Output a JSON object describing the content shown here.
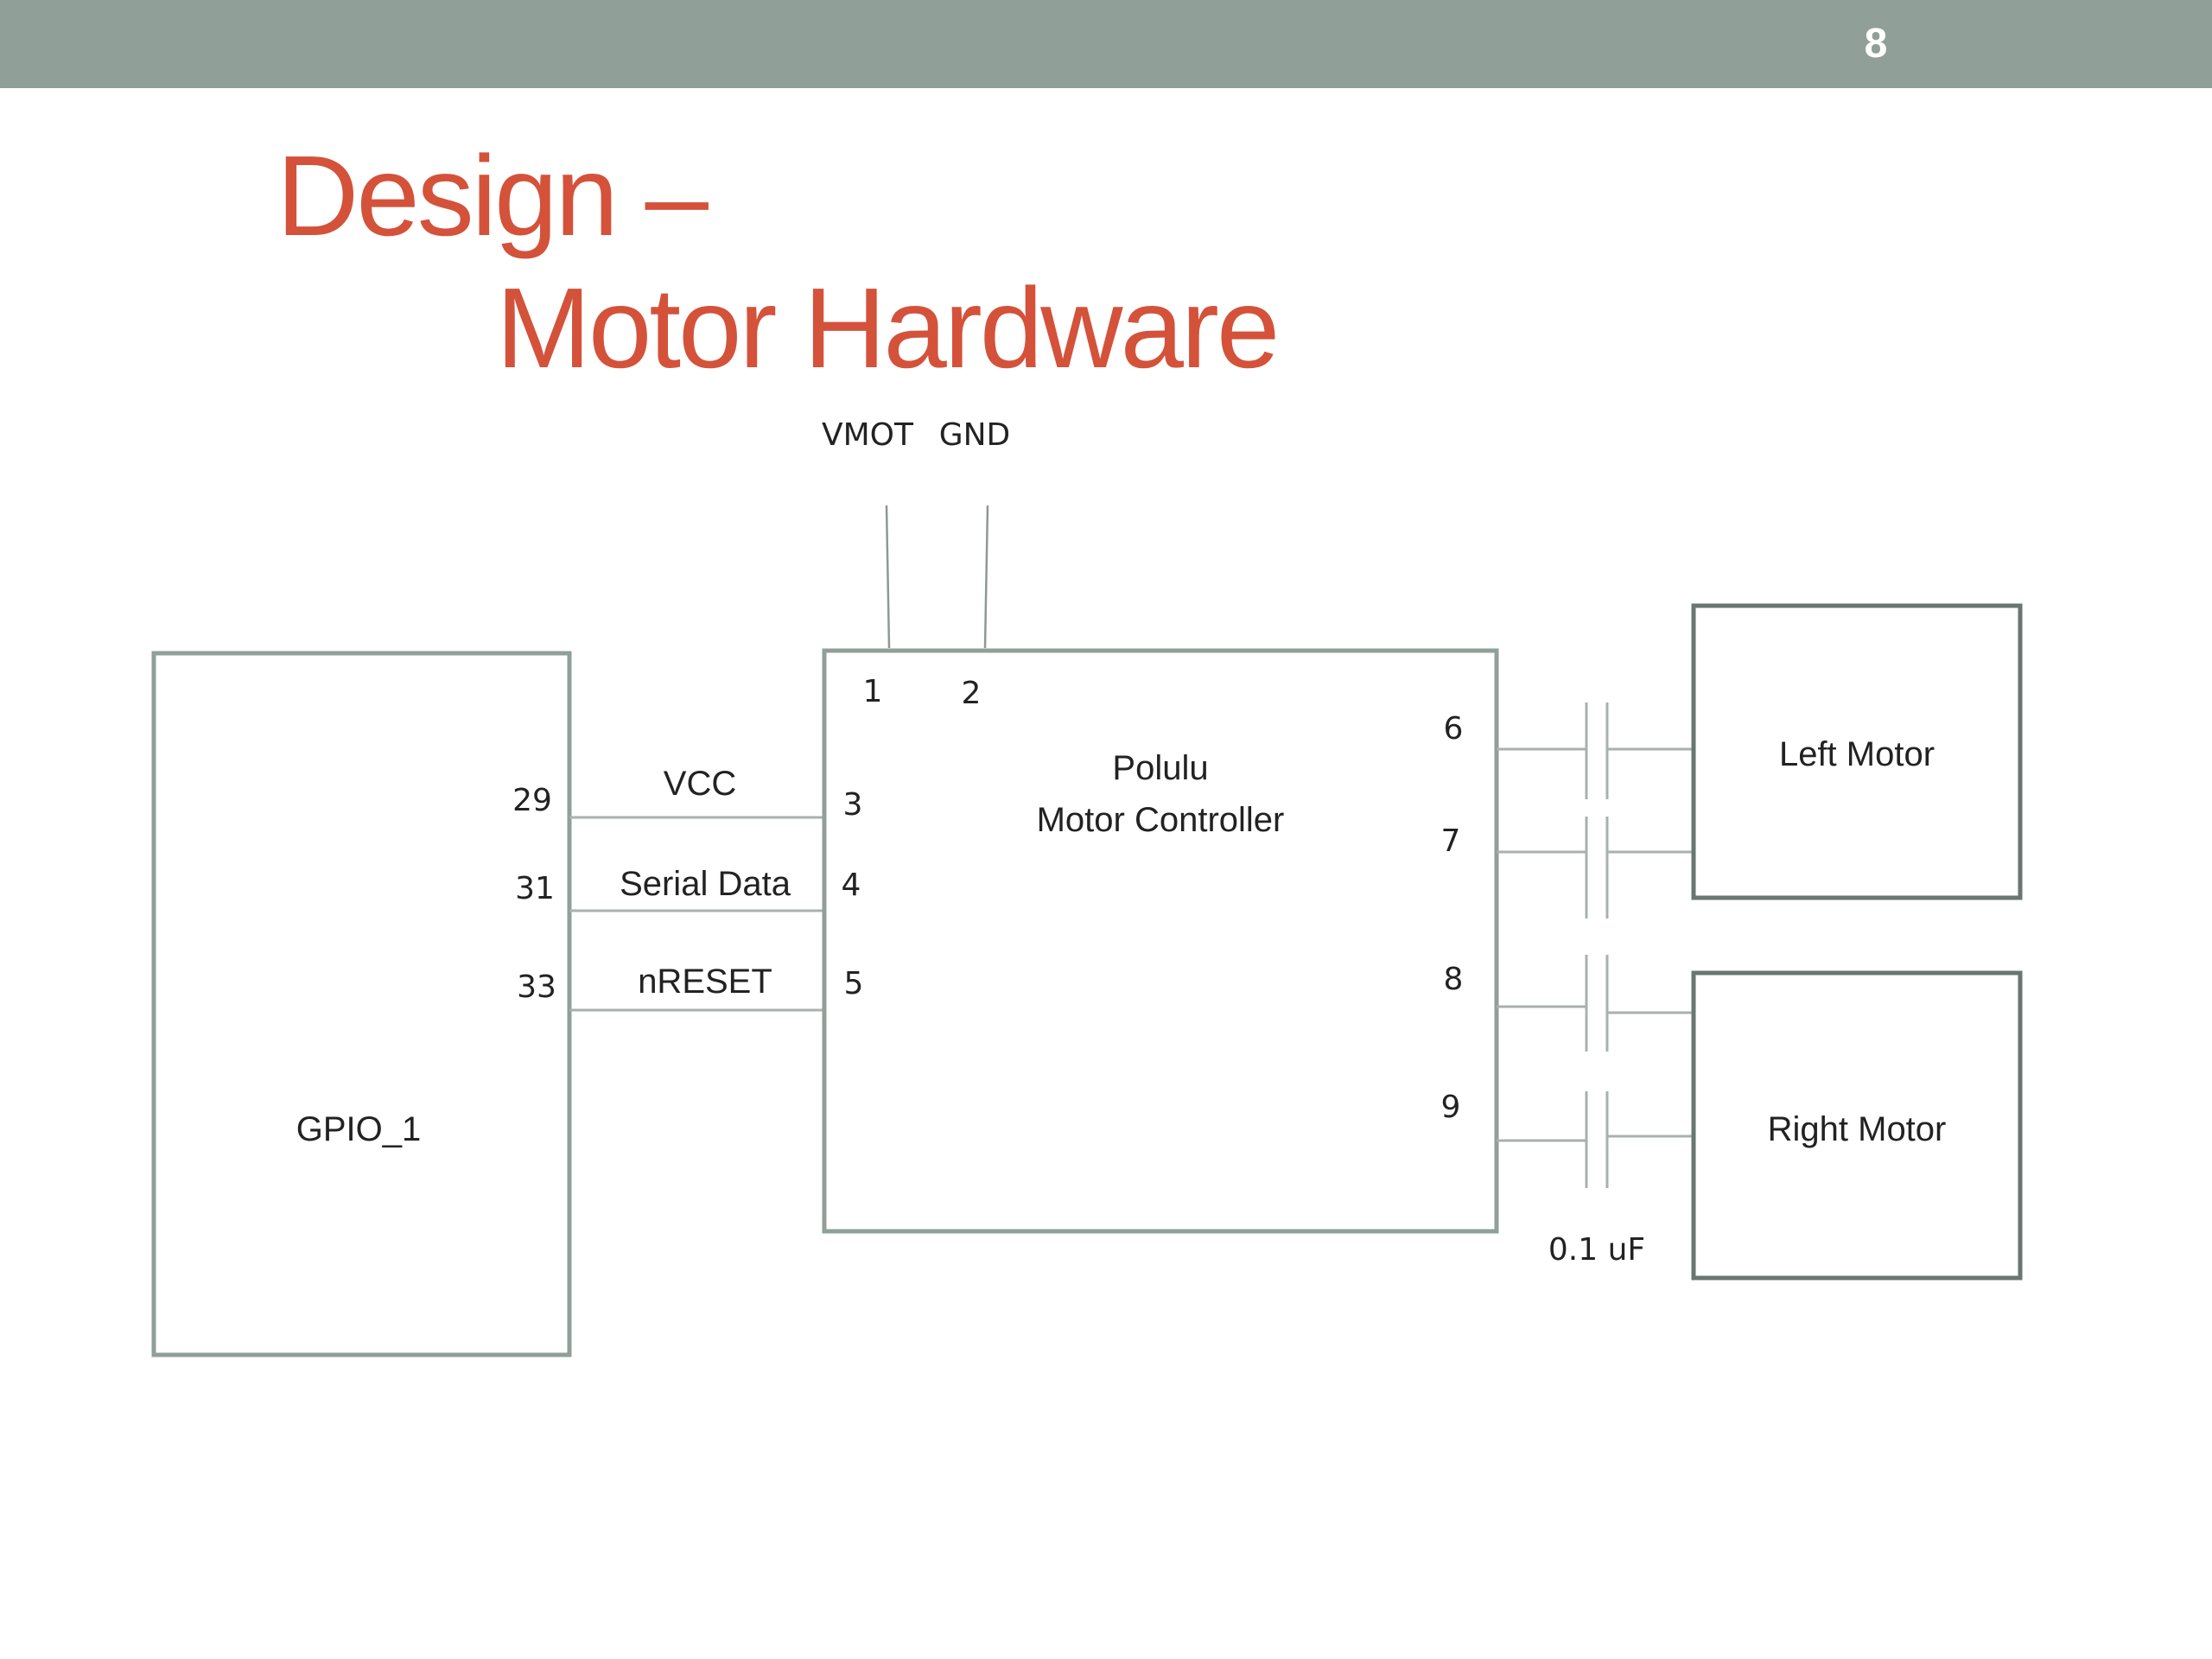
{
  "slide": {
    "page_number": "8",
    "title_line_1": "Design –",
    "title_line_2": "Motor Hardware"
  },
  "colors": {
    "top_bar": "#909f98",
    "title": "#d4523a",
    "box_border": "#909f98",
    "motor_box_border": "#6a7670",
    "wire": "#a8b2ad"
  },
  "diagram": {
    "supply_labels": {
      "vmot": "VMOT",
      "gnd": "GND"
    },
    "gpio_block": {
      "label": "GPIO_1",
      "pins": {
        "vcc": "29",
        "serial": "31",
        "reset": "33"
      }
    },
    "signals": {
      "vcc": "VCC",
      "serial": "Serial Data",
      "reset": "nRESET"
    },
    "controller": {
      "label_line_1": "Polulu",
      "label_line_2": "Motor Controller",
      "pins": {
        "p1": "1",
        "p2": "2",
        "p3": "3",
        "p4": "4",
        "p5": "5",
        "p6": "6",
        "p7": "7",
        "p8": "8",
        "p9": "9"
      }
    },
    "left_motor": "Left Motor",
    "right_motor": "Right Motor",
    "capacitor_label": "0.1 uF"
  }
}
